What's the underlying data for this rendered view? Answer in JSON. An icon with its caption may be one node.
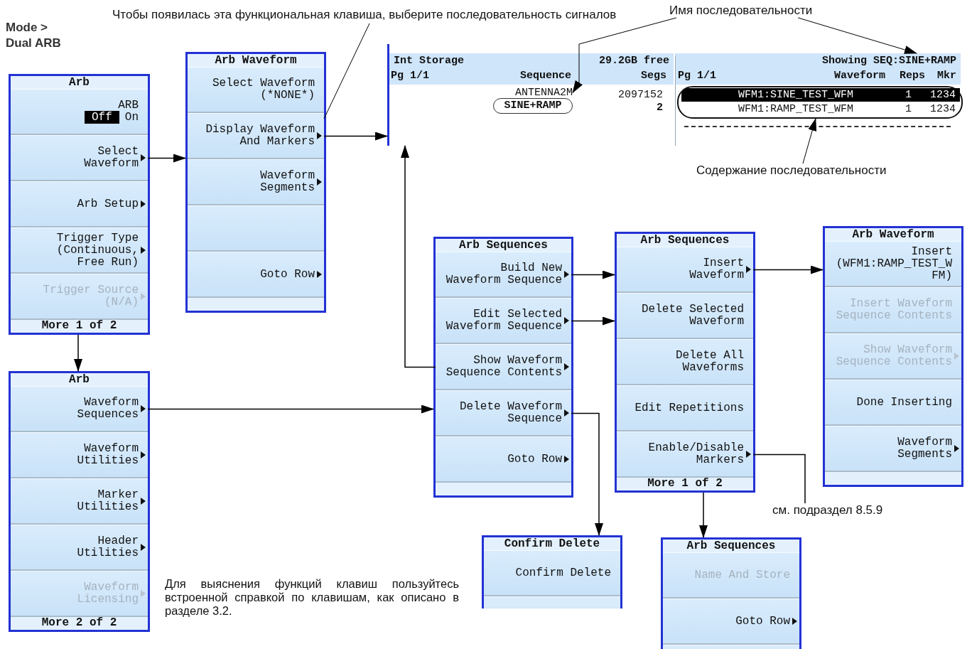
{
  "diagram": {
    "nodes": [
      {
        "text": [
          "Чтобы появилась эта функциональная клавиша, выберите последовательность сигналов"
        ]
      },
      {
        "text": [
          "Имя последовательности"
        ]
      },
      {
        "text": [
          "Arb",
          "More 1 of 2"
        ]
      },
      {
        "text": [
          "ARB",
          "Off",
          "On"
        ],
        "in": 2
      },
      {
        "text": [
          "Select Waveform"
        ],
        "in": 2
      },
      {
        "text": [
          "Arb Setup"
        ],
        "in": 2
      },
      {
        "text": [
          "Trigger Type (Continuous, Free Run)"
        ],
        "in": 2
      },
      {
        "text": [
          "Trigger Source (N/A)"
        ],
        "in": 2
      },
      {
        "text": [
          "Arb Waveform"
        ]
      },
      {
        "text": [
          "Select Waveform (*NONE*)"
        ],
        "in": 8
      },
      {
        "text": [
          "Display Waveform And Markers"
        ],
        "in": 8
      },
      {
        "text": [
          "Waveform Segments"
        ],
        "in": 8
      },
      {
        "text": [],
        "shape": "box",
        "in": 8
      },
      {
        "text": [
          "Goto Row"
        ],
        "in": 8
      },
      {
        "text": [],
        "shape": "box"
      },
      {
        "text": [
          "Int Storage",
          "29.2GB free",
          "Pg 1/1",
          "Sequence",
          "Segs"
        ],
        "in": 14
      },
      {
        "text": [
          "ANTENNA2M"
        ],
        "in": 14
      },
      {
        "text": [
          "SINE+RAMP"
        ],
        "in": 14
      },
      {
        "text": [
          "Showing SEQ:SINE+RAMP",
          "Pg 1/1",
          "Waveform",
          "Reps",
          "Mkr"
        ],
        "in": 14
      },
      {
        "text": [
          "WFM1:SINE_TEST_WFM",
          "1",
          "1234",
          "WFM1:RAMP_TEST_WFM",
          "1",
          "1234"
        ],
        "in": 14
      },
      {
        "text": [
          "Содержание последовательности"
        ]
      },
      {
        "text": [
          "Arb Sequences"
        ]
      },
      {
        "text": [
          "Build New Waveform Sequence"
        ],
        "in": 21
      },
      {
        "text": [
          "Edit Selected Waveform Sequence"
        ],
        "in": 21
      },
      {
        "text": [
          "Show Waveform Sequence Contents"
        ],
        "in": 21
      },
      {
        "text": [
          "Delete Waveform Sequence"
        ],
        "in": 21
      },
      {
        "text": [
          "Goto Row"
        ],
        "in": 21
      },
      {
        "text": [
          "Arb Sequences",
          "More 1 of 2"
        ]
      },
      {
        "text": [
          "Insert Waveform"
        ],
        "in": 27
      },
      {
        "text": [
          "Delete Selected Waveform"
        ],
        "in": 27
      },
      {
        "text": [
          "Delete All Waveforms"
        ],
        "in": 27
      },
      {
        "text": [
          "Edit Repetitions"
        ],
        "in": 27
      },
      {
        "text": [
          "Enable/Disable Markers"
        ],
        "in": 27
      },
      {
        "text": [
          "Arb Waveform"
        ]
      },
      {
        "text": [
          "Insert (WFM1:RAMP_TEST_WFM)"
        ],
        "in": 33
      },
      {
        "text": [
          "Insert Waveform Sequence Contents"
        ],
        "in": 33
      },
      {
        "text": [
          "Show Waveform Sequence Contents"
        ],
        "in": 33
      },
      {
        "text": [
          "Done Inserting"
        ],
        "in": 33
      },
      {
        "text": [
          "Waveform Segments"
        ],
        "in": 33
      },
      {
        "text": [
          "Arb",
          "More 2 of 2"
        ]
      },
      {
        "text": [
          "Waveform Sequences"
        ],
        "in": 39
      },
      {
        "text": [
          "Waveform Utilities"
        ],
        "in": 39
      },
      {
        "text": [
          "Marker Utilities"
        ],
        "in": 39
      },
      {
        "text": [
          "Header Utilities"
        ],
        "in": 39
      },
      {
        "text": [
          "Waveform Licensing"
        ],
        "in": 39
      },
      {
        "text": [
          "см. подраздел 8.5.9"
        ]
      },
      {
        "text": [
          "Confirm Delete"
        ]
      },
      {
        "text": [
          "Confirm Delete"
        ],
        "in": 46
      },
      {
        "text": [
          "Arb Sequences"
        ]
      },
      {
        "text": [
          "Name And Store"
        ],
        "in": 48
      },
      {
        "text": [
          "Goto Row"
        ],
        "in": 48
      }
    ],
    "edges": [
      {
        "from": 4,
        "to": 8,
        "arrow": "to"
      },
      {
        "from": 2,
        "to": 39,
        "arrow": "to"
      },
      {
        "from": 10,
        "to": 14,
        "arrow": "to"
      },
      {
        "from": 24,
        "to": 14,
        "arrow": "to"
      },
      {
        "from": 40,
        "to": 21,
        "arrow": "to"
      },
      {
        "from": 22,
        "to": 27,
        "arrow": "to"
      },
      {
        "from": 23,
        "to": 27,
        "arrow": "to"
      },
      {
        "from": 25,
        "to": 46,
        "arrow": "to"
      },
      {
        "from": 28,
        "to": 33,
        "arrow": "to"
      },
      {
        "from": 27,
        "to": 48,
        "arrow": "to"
      },
      {
        "from": 32,
        "to": 45,
        "arrow": "none"
      },
      {
        "from": 0,
        "to": 10,
        "arrow": "none"
      },
      {
        "from": 1,
        "to": 16,
        "arrow": "to"
      },
      {
        "from": 1,
        "to": 18,
        "arrow": "to"
      },
      {
        "from": 20,
        "to": 19,
        "arrow": "to"
      }
    ],
    "labels": [
      "Mode > Dual ARB",
      "2097152",
      "2",
      "Для выяснения функций клавиш пользуйтесь встроенной справкой по клавишам, как описано в разделе 3.2."
    ]
  }
}
